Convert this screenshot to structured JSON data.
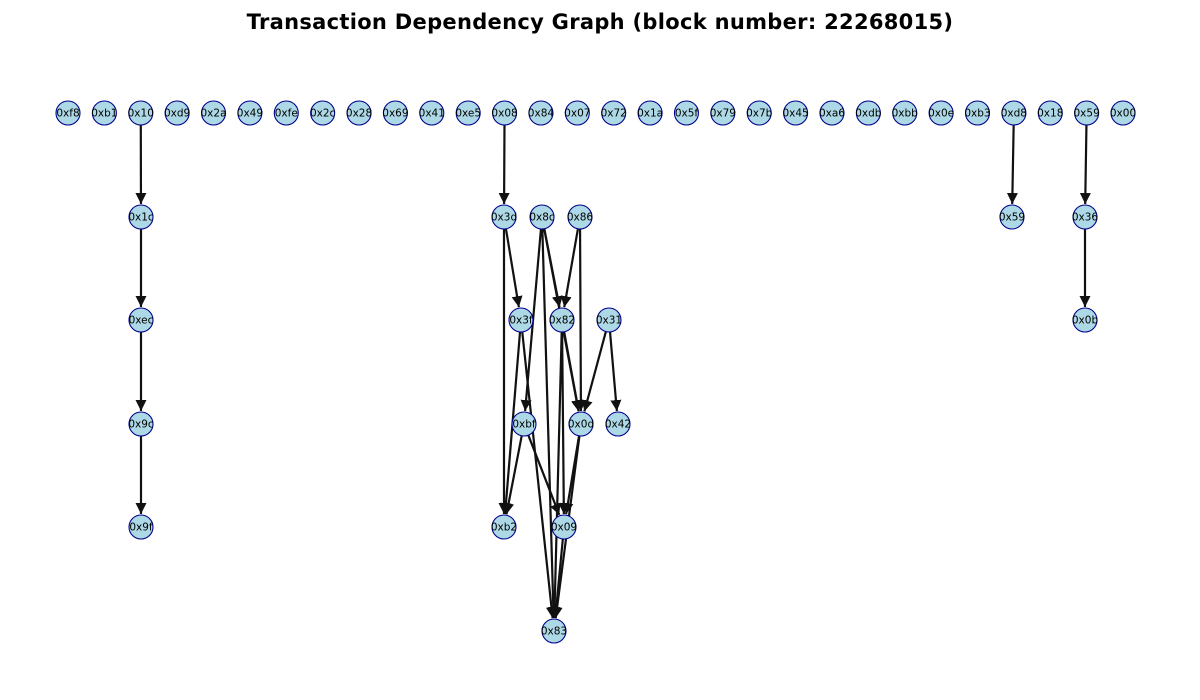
{
  "title": "Transaction Dependency Graph (block number: 22268015)",
  "colors": {
    "node_fill": "#add8e6",
    "node_stroke": "#00008b",
    "edge": "#111111"
  },
  "nodes": [
    {
      "id": "r0_f8",
      "label": "0xf8"
    },
    {
      "id": "r0_b1",
      "label": "0xb1"
    },
    {
      "id": "r0_10",
      "label": "0x10"
    },
    {
      "id": "r0_d9",
      "label": "0xd9"
    },
    {
      "id": "r0_2a",
      "label": "0x2a"
    },
    {
      "id": "r0_49",
      "label": "0x49"
    },
    {
      "id": "r0_fe",
      "label": "0xfe"
    },
    {
      "id": "r0_2c",
      "label": "0x2c"
    },
    {
      "id": "r0_28",
      "label": "0x28"
    },
    {
      "id": "r0_69",
      "label": "0x69"
    },
    {
      "id": "r0_41",
      "label": "0x41"
    },
    {
      "id": "r0_e5",
      "label": "0xe5"
    },
    {
      "id": "r0_08",
      "label": "0x08"
    },
    {
      "id": "r0_84",
      "label": "0x84"
    },
    {
      "id": "r0_07",
      "label": "0x07"
    },
    {
      "id": "r0_72",
      "label": "0x72"
    },
    {
      "id": "r0_1a",
      "label": "0x1a"
    },
    {
      "id": "r0_5f",
      "label": "0x5f"
    },
    {
      "id": "r0_79",
      "label": "0x79"
    },
    {
      "id": "r0_7b",
      "label": "0x7b"
    },
    {
      "id": "r0_45",
      "label": "0x45"
    },
    {
      "id": "r0_a6",
      "label": "0xa6"
    },
    {
      "id": "r0_db",
      "label": "0xdb"
    },
    {
      "id": "r0_bb",
      "label": "0xbb"
    },
    {
      "id": "r0_0e",
      "label": "0x0e"
    },
    {
      "id": "r0_b3",
      "label": "0xb3"
    },
    {
      "id": "r0_d8",
      "label": "0xd8"
    },
    {
      "id": "r0_18",
      "label": "0x18"
    },
    {
      "id": "r0_59",
      "label": "0x59"
    },
    {
      "id": "r0_00",
      "label": "0x00"
    },
    {
      "id": "n_1c",
      "label": "0x1c"
    },
    {
      "id": "n_3d",
      "label": "0x3d"
    },
    {
      "id": "n_8c",
      "label": "0x8c"
    },
    {
      "id": "n_86",
      "label": "0x86"
    },
    {
      "id": "n_59b",
      "label": "0x59"
    },
    {
      "id": "n_36",
      "label": "0x36"
    },
    {
      "id": "n_ec",
      "label": "0xec"
    },
    {
      "id": "n_3f",
      "label": "0x3f"
    },
    {
      "id": "n_82",
      "label": "0x82"
    },
    {
      "id": "n_31",
      "label": "0x31"
    },
    {
      "id": "n_0b",
      "label": "0x0b"
    },
    {
      "id": "n_9c",
      "label": "0x9c"
    },
    {
      "id": "n_bf",
      "label": "0xbf"
    },
    {
      "id": "n_0d",
      "label": "0x0d"
    },
    {
      "id": "n_42",
      "label": "0x42"
    },
    {
      "id": "n_9f",
      "label": "0x9f"
    },
    {
      "id": "n_b2",
      "label": "0xb2"
    },
    {
      "id": "n_09",
      "label": "0x09"
    },
    {
      "id": "n_83",
      "label": "0x83"
    }
  ],
  "edges": [
    [
      "r0_10",
      "n_1c"
    ],
    [
      "n_1c",
      "n_ec"
    ],
    [
      "n_ec",
      "n_9c"
    ],
    [
      "n_9c",
      "n_9f"
    ],
    [
      "r0_08",
      "n_3d"
    ],
    [
      "n_3d",
      "n_3f"
    ],
    [
      "n_3d",
      "n_b2"
    ],
    [
      "n_8c",
      "n_82"
    ],
    [
      "n_8c",
      "n_bf"
    ],
    [
      "n_8c",
      "n_0d"
    ],
    [
      "n_8c",
      "n_83"
    ],
    [
      "n_86",
      "n_82"
    ],
    [
      "n_86",
      "n_0d"
    ],
    [
      "n_3f",
      "n_b2"
    ],
    [
      "n_3f",
      "n_83"
    ],
    [
      "n_82",
      "n_0d"
    ],
    [
      "n_82",
      "n_09"
    ],
    [
      "n_82",
      "n_83"
    ],
    [
      "n_31",
      "n_0d"
    ],
    [
      "n_31",
      "n_42"
    ],
    [
      "n_bf",
      "n_b2"
    ],
    [
      "n_bf",
      "n_09"
    ],
    [
      "n_0d",
      "n_09"
    ],
    [
      "n_0d",
      "n_83"
    ],
    [
      "n_09",
      "n_83"
    ],
    [
      "r0_d8",
      "n_59b"
    ],
    [
      "r0_59",
      "n_36"
    ],
    [
      "n_36",
      "n_0b"
    ]
  ]
}
